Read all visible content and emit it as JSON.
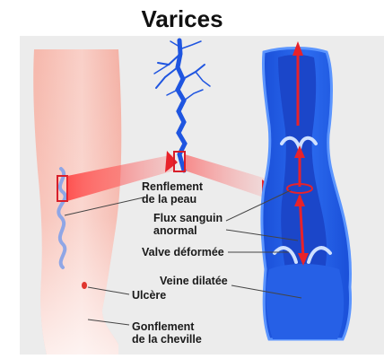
{
  "title": "Varices",
  "labels": {
    "skin_bulge_line1": "Renflement",
    "skin_bulge_line2": "de la peau",
    "abnormal_flow_line1": "Flux sanguin",
    "abnormal_flow_line2": "anormal",
    "deformed_valve": "Valve déformée",
    "dilated_vein": "Veine dilatée",
    "ulcer": "Ulcère",
    "ankle_swelling_line1": "Gonflement",
    "ankle_swelling_line2": "de la cheville"
  },
  "colors": {
    "vein_blue": "#1f55e0",
    "vein_light": "#6fa8ff",
    "arrow_red": "#e8222a",
    "skin_pink": "#f3a89c",
    "panel_grey": "#ececec"
  }
}
